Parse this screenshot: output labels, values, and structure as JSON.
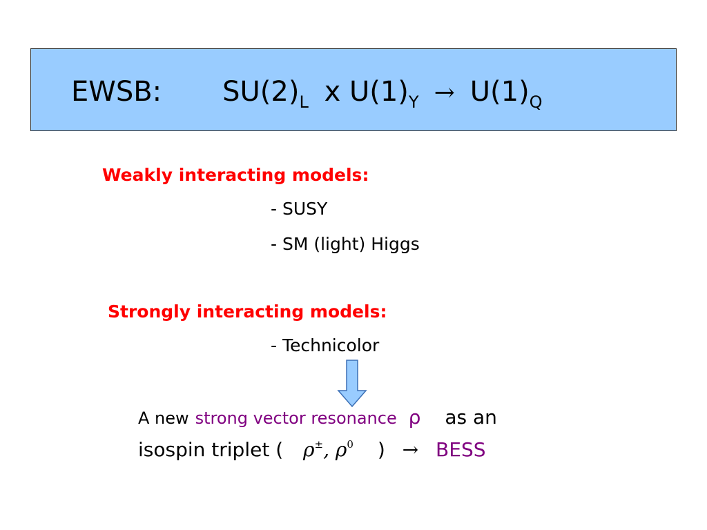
{
  "title": {
    "label": "EWSB:",
    "su2": "SU(2)",
    "su2_sub": "L",
    "times": "x",
    "u1": "U(1)",
    "u1_sub": "Y",
    "arrow": "→",
    "u1q": "U(1)",
    "u1q_sub": "Q"
  },
  "weak": {
    "heading": "Weakly interacting models:",
    "items": [
      "- SUSY",
      "- SM (light) Higgs"
    ]
  },
  "strong": {
    "heading": "Strongly interacting models:",
    "items": [
      "- Technicolor"
    ]
  },
  "conclusion": {
    "part1": "A new",
    "part2": "strong vector resonance",
    "rho": "ρ",
    "part3": "as an",
    "line2_start": "isospin triplet (",
    "rho_pm": "ρ",
    "pm": "±",
    "comma": ",",
    "rho_0": "ρ",
    "zero": "0",
    "line2_close": ")",
    "arrow": "→",
    "bess": "BESS"
  },
  "colors": {
    "title_bg": "#99ccff",
    "heading": "#ff0000",
    "highlight": "#800080",
    "arrow_fill": "#99ccff"
  }
}
